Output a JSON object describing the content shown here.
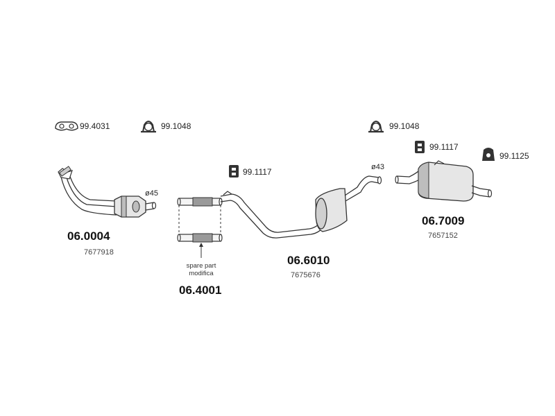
{
  "icons": {
    "clamp_icon": "pipe-clamp-icon",
    "gasket_icon": "flange-gasket-icon",
    "hanger_icon": "rubber-hanger-icon",
    "bracket_icon": "mounting-bracket-icon"
  },
  "accessories": {
    "gasket": "99.4031",
    "clamp_front": "99.1048",
    "clamp_rear": "99.1048",
    "hanger_mid": "99.1117",
    "hanger_rear": "99.1117",
    "bracket_rear": "99.1125"
  },
  "diameters": {
    "front": "ø45",
    "middle": "ø43"
  },
  "parts": {
    "catalyst": {
      "number": "06.0004",
      "oem": "7677918"
    },
    "connector": {
      "number": "06.4001",
      "note_line1": "spare part",
      "note_line2": "modifica"
    },
    "middle": {
      "number": "06.6010",
      "oem": "7675676"
    },
    "rear": {
      "number": "06.7009",
      "oem": "7657152"
    }
  }
}
